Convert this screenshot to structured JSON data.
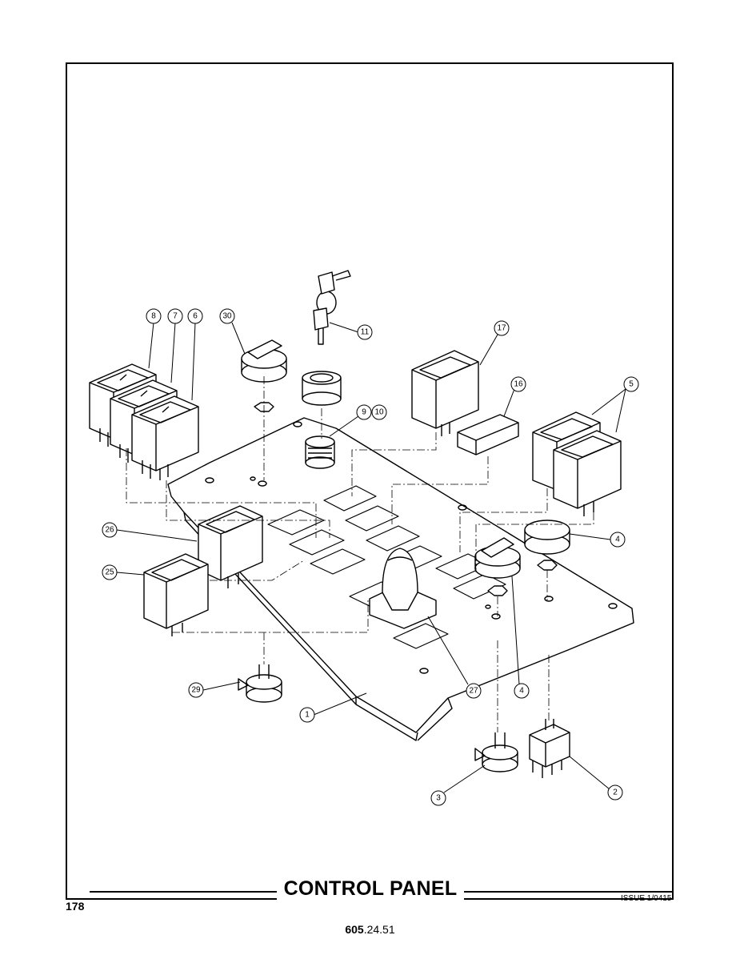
{
  "page": {
    "title": "CONTROL PANEL",
    "page_number": "178",
    "issue": "ISSUE 1/0415",
    "doc_number_bold": "605",
    "doc_number_rest": ".24.51"
  },
  "callouts": [
    "8",
    "7",
    "6",
    "30",
    "11",
    "17",
    "16",
    "9",
    "10",
    "5",
    "26",
    "25",
    "4",
    "4",
    "29",
    "1",
    "27",
    "3",
    "2"
  ]
}
